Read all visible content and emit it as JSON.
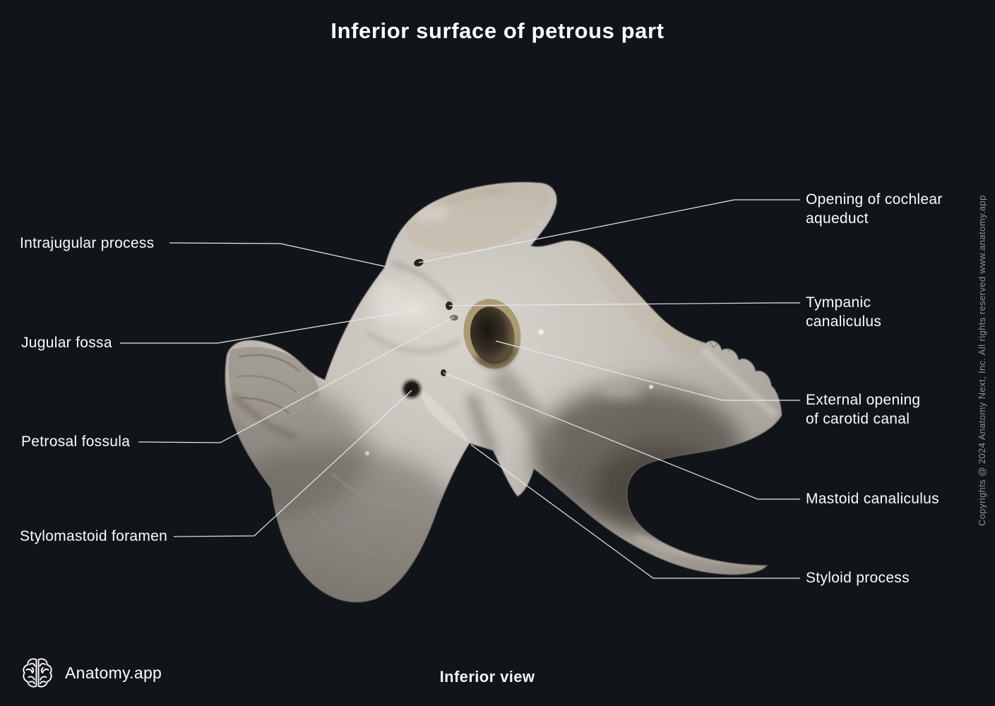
{
  "title": "Inferior surface of petrous part",
  "view_label": "Inferior view",
  "brand": {
    "name": "Anatomy.app",
    "logo_icon": "brain-icon"
  },
  "copyright": "Copyrights @ 2024 Anatomy Next, Inc. All rights reserved www.anatomy.app",
  "colors": {
    "background": "#111419",
    "label_text": "#fbfbfc",
    "leader_line": "#e9e9ea",
    "copyright_text": "#8f939b",
    "bone_light": "#dbd8d2",
    "bone_mid": "#b3aea7",
    "bone_dark": "#6f6a63",
    "carotid_tan": "#ac9a74",
    "cavity_dark": "#4a453e"
  },
  "labels": {
    "left": [
      {
        "text": "Intrajugular process"
      },
      {
        "text": "Jugular fossa"
      },
      {
        "text": "Petrosal fossula"
      },
      {
        "text": "Stylomastoid foramen"
      }
    ],
    "right": [
      {
        "lines": [
          "Opening of cochlear",
          "aqueduct"
        ]
      },
      {
        "lines": [
          "Tympanic",
          "canaliculus"
        ]
      },
      {
        "lines": [
          "External opening",
          "of carotid canal"
        ]
      },
      {
        "lines": [
          "Mastoid canaliculus"
        ]
      },
      {
        "lines": [
          "Styloid process"
        ]
      }
    ]
  }
}
